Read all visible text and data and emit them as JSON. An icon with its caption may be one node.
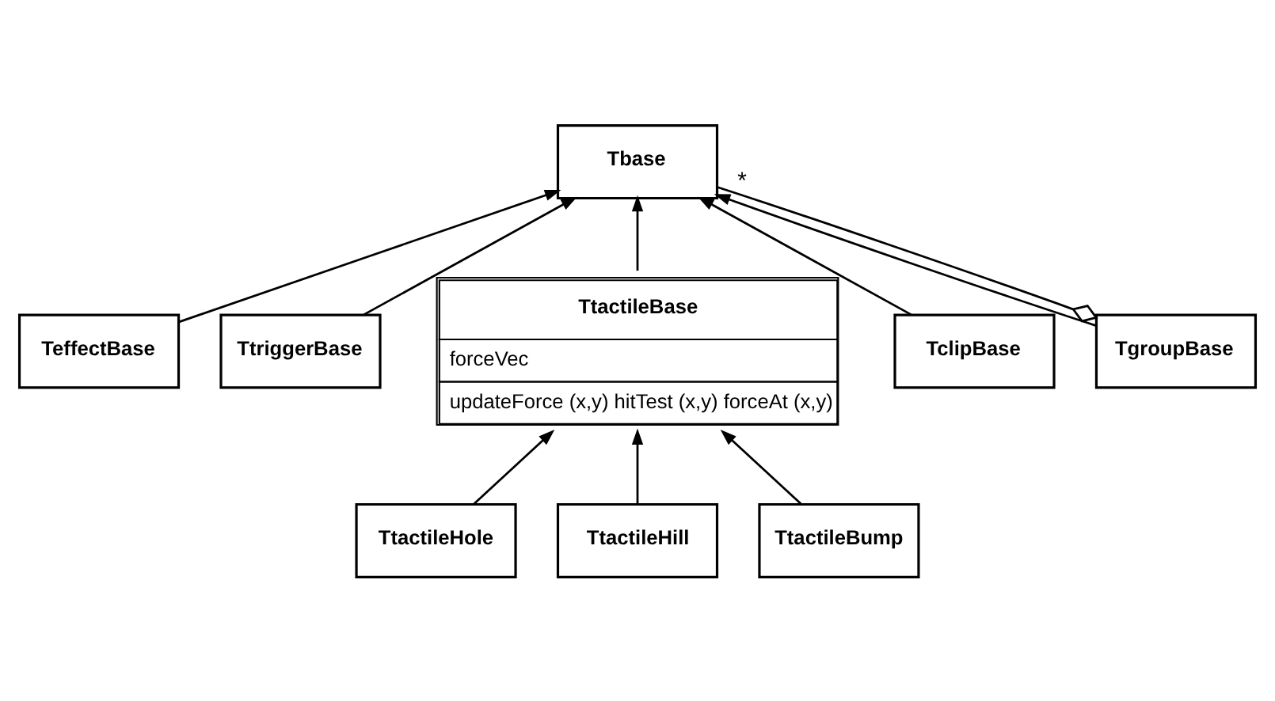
{
  "diagram": {
    "nodes": [
      {
        "text": [
          "Tbase"
        ]
      },
      {
        "text": [
          "TeffectBase"
        ]
      },
      {
        "text": [
          "TtriggerBase"
        ]
      },
      {
        "text": [
          "TtactileBase",
          "forceVec",
          "updateForce (x,y) hitTest (x,y) forceAt (x,y)"
        ]
      },
      {
        "text": [
          "TclipBase"
        ]
      },
      {
        "text": [
          "TgroupBase"
        ]
      },
      {
        "text": [
          "TtactileHole"
        ]
      },
      {
        "text": [
          "TtactileHill"
        ]
      },
      {
        "text": [
          "TtactileBump"
        ]
      }
    ],
    "edges": [
      {
        "from": 1,
        "to": 0,
        "arrow": "to"
      },
      {
        "from": 2,
        "to": 0,
        "arrow": "to"
      },
      {
        "from": 3,
        "to": 0,
        "arrow": "to"
      },
      {
        "from": 4,
        "to": 0,
        "arrow": "to"
      },
      {
        "from": 5,
        "to": 0,
        "arrow": "to"
      },
      {
        "from": 6,
        "to": 3,
        "arrow": "to"
      },
      {
        "from": 7,
        "to": 3,
        "arrow": "to"
      },
      {
        "from": 8,
        "to": 3,
        "arrow": "to"
      },
      {
        "from": 5,
        "to": 0,
        "arrow": "other",
        "label": "*"
      }
    ]
  }
}
